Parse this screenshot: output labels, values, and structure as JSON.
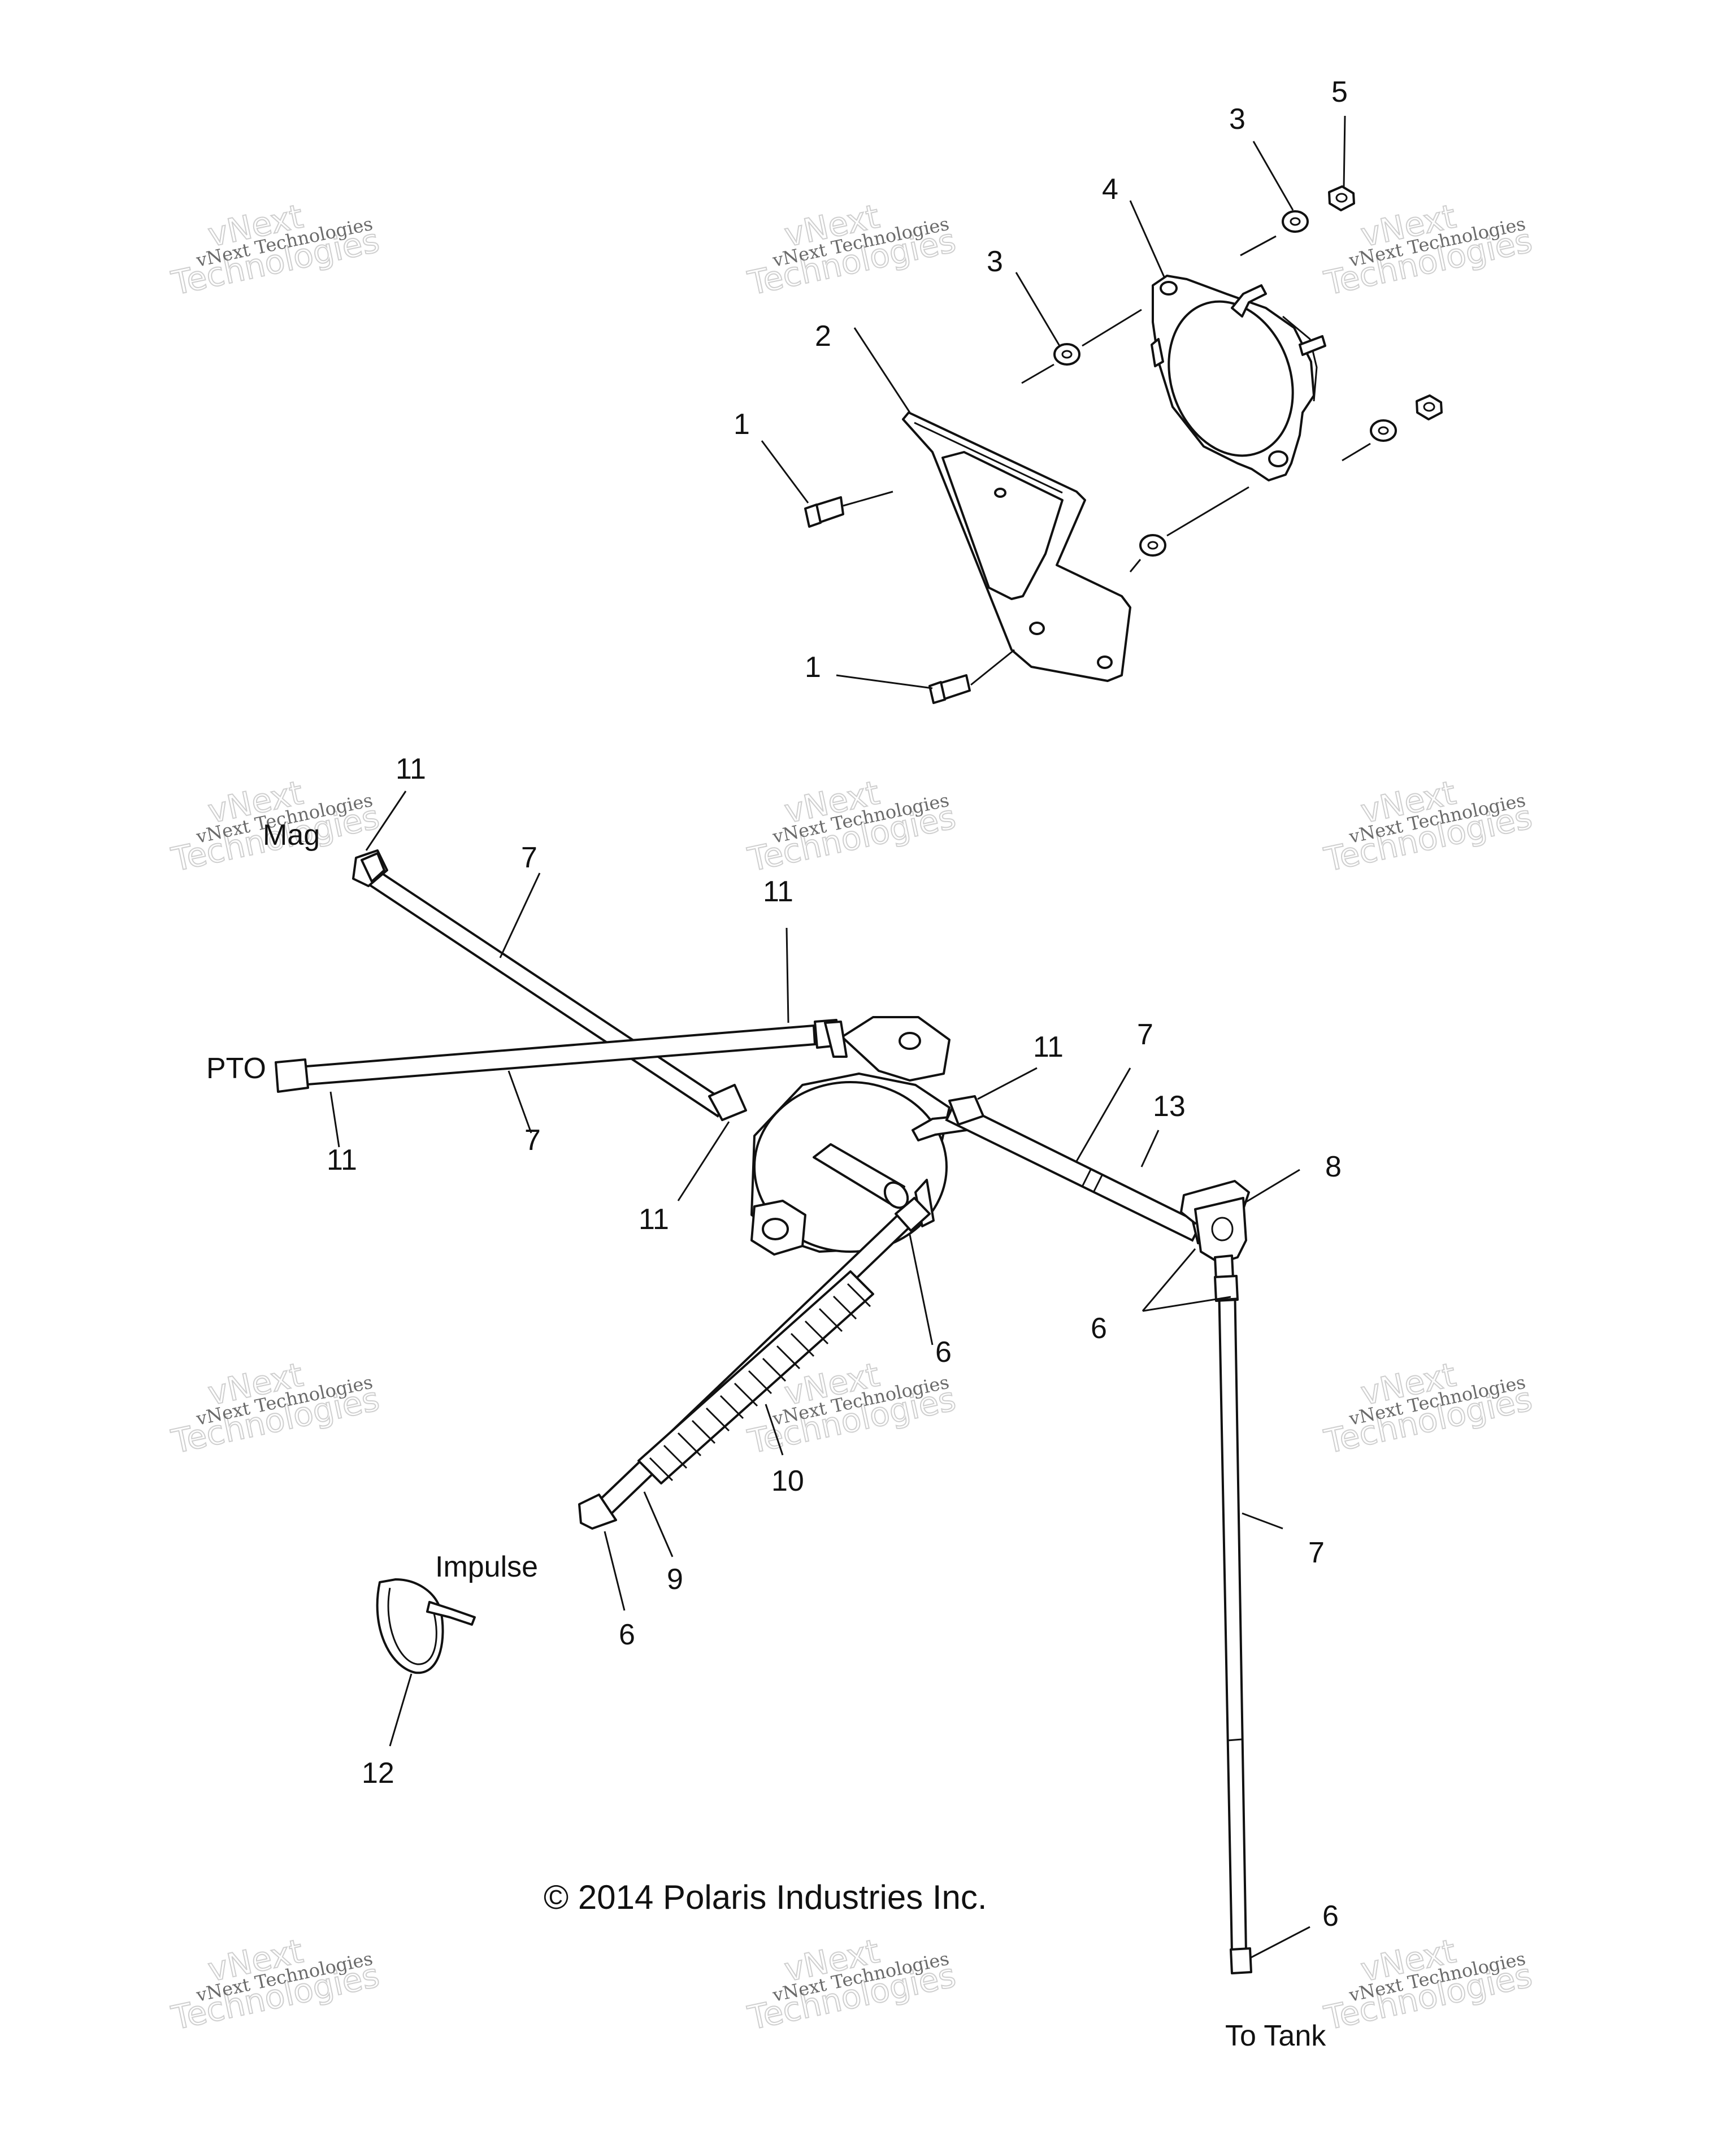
{
  "watermark": {
    "line1": "vNext Technologies",
    "line2": "vNext",
    "line3": "Technologies"
  },
  "labels": {
    "mag": "Mag",
    "pto": "PTO",
    "impulse": "Impulse",
    "to_tank": "To Tank"
  },
  "copyright": "© 2014 Polaris Industries Inc.",
  "callouts": {
    "c1a": "1",
    "c1b": "1",
    "c2": "2",
    "c3a": "3",
    "c3b": "3",
    "c4": "4",
    "c5": "5",
    "c11a": "11",
    "c7a": "7",
    "c11b": "11",
    "c11c": "11",
    "c7b": "7",
    "c11d": "11",
    "c11e": "11",
    "c7c": "7",
    "c13": "13",
    "c8": "8",
    "c6a": "6",
    "c6b": "6",
    "c10": "10",
    "c9": "9",
    "c6c": "6",
    "c12": "12",
    "c7d": "7",
    "c6d": "6"
  }
}
